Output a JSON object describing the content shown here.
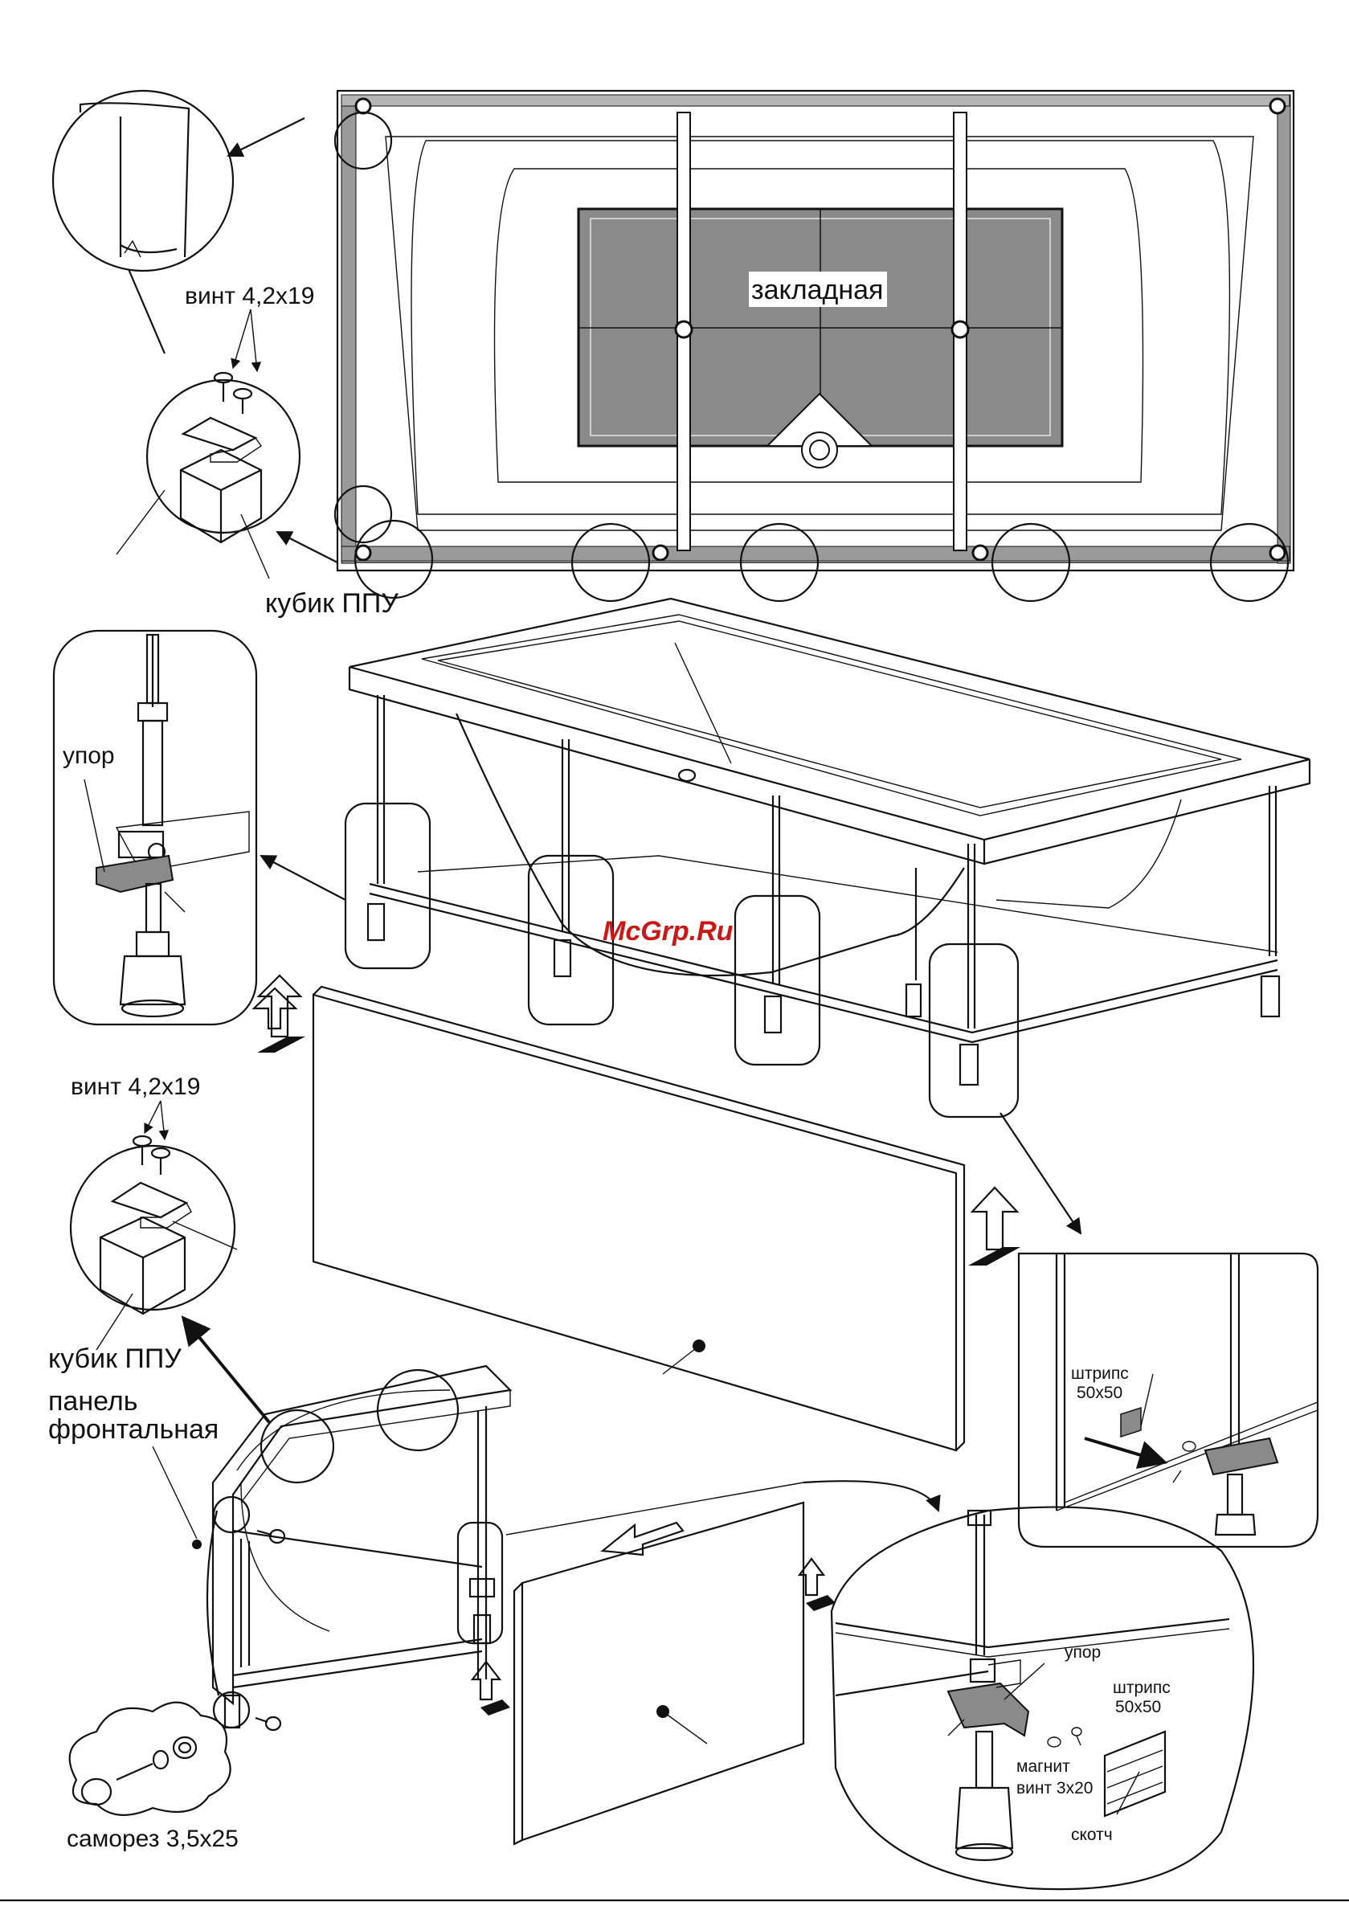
{
  "labels": {
    "embed": "закладная",
    "screw_top": "винт 4,2х19",
    "cube_top": "кубик ППУ",
    "stop_left": "упор",
    "screw_mid": "винт 4,2х19",
    "cube_mid": "кубик ППУ",
    "panel_front_1": "панель",
    "panel_front_2": "фронтальная",
    "strip_right_1": "штрипс",
    "strip_right_2": "50х50",
    "stop_bottom": "упор",
    "strip_bottom_1": "штрипс",
    "strip_bottom_2": "50х50",
    "magnet": "магнит",
    "screw_3x20": "винт 3х20",
    "tape": "скотч",
    "self_tap": "саморез 3,5х25"
  },
  "watermark": "McGrp.Ru",
  "colors": {
    "ink": "#111111",
    "embed_fill": "#8a8a8a",
    "watermark": "#c81818"
  }
}
